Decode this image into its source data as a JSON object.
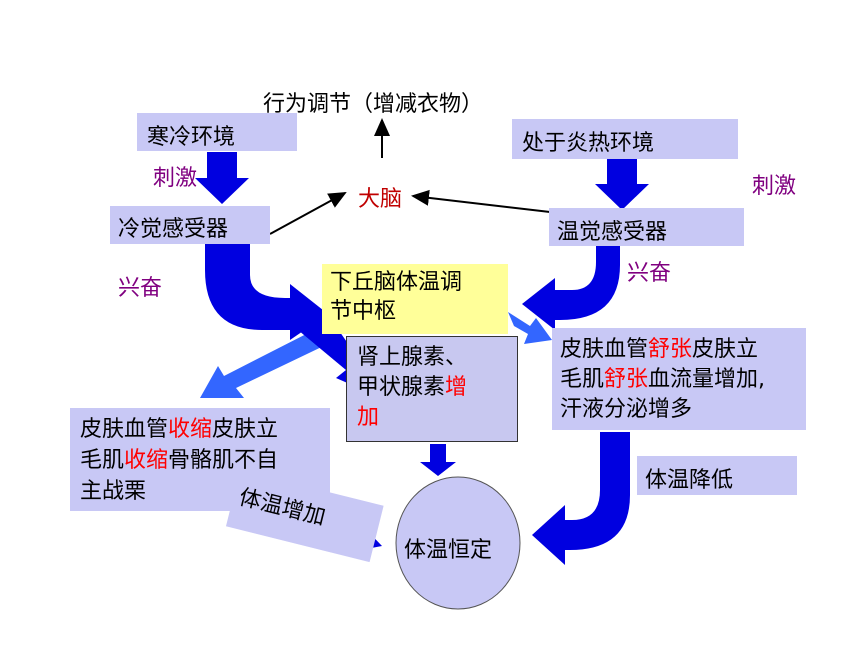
{
  "behavior": "行为调节（增减衣物）",
  "cold_env": "寒冷环境",
  "hot_env": "处于炎热环境",
  "stimulus_left": "刺激",
  "stimulus_right": "刺激",
  "brain": "大脑",
  "cold_receptor": "冷觉感受器",
  "warm_receptor": "温觉感受器",
  "excite_left": "兴奋",
  "excite_right": "兴奋",
  "center": {
    "line1": "下丘脑体温调",
    "line2": "节中枢"
  },
  "hormone": {
    "line1": "肾上腺素、",
    "line2_a": "甲状腺素",
    "line2_b": "增",
    "line3": "加"
  },
  "hot_response": {
    "l1_a": "皮肤血管",
    "l1_b": "舒张",
    "l1_c": "皮肤立",
    "l2_a": "毛肌",
    "l2_b": "舒张",
    "l2_c": "血流量增加,",
    "l3": "汗液分泌增多"
  },
  "cold_response": {
    "l1_a": "皮肤血管",
    "l1_b": "收缩",
    "l1_c": "皮肤立",
    "l2_a": "毛肌",
    "l2_b": "收缩",
    "l2_c": "骨骼肌不自",
    "l3": "主战栗"
  },
  "temp_up": "体温增加",
  "temp_down": "体温降低",
  "balance": "体温恒定",
  "colors": {
    "box": "#c8c8f5",
    "arrow": "#0000e0",
    "arrow_light": "#3366ff",
    "purple": "#800080",
    "red": "#ff0000",
    "center_bg": "#ffff99",
    "circle": "#c8c8f5"
  }
}
